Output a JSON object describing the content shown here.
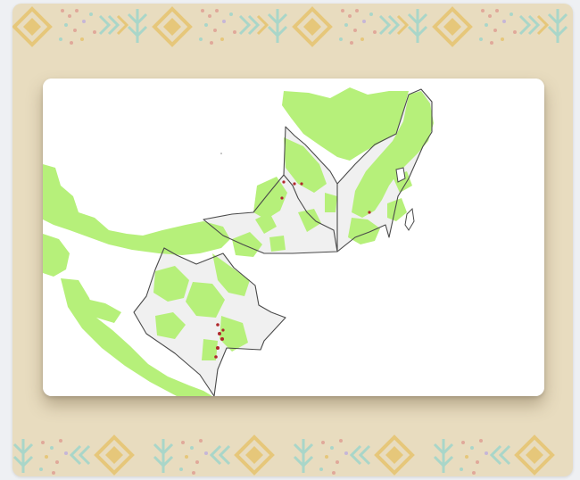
{
  "colors": {
    "frame_background": "#e8dcbf",
    "map_background": "#ffffff",
    "forest_cover": "#b6f07a",
    "state_fill": "#f0f0f0",
    "state_border": "#4a4a4a",
    "point_marker": "#b0282c",
    "pattern_diamond": "#e6c77a",
    "pattern_chevron": "#a9d6c9",
    "pattern_dots": "#e0a89a"
  },
  "map": {
    "layers": [
      "forest-cover",
      "state-outlines",
      "point-markers"
    ],
    "regions": [
      "state-outline-tabasco",
      "state-outline-campeche",
      "state-outline-quintana-roo",
      "state-outline-chiapas"
    ]
  }
}
